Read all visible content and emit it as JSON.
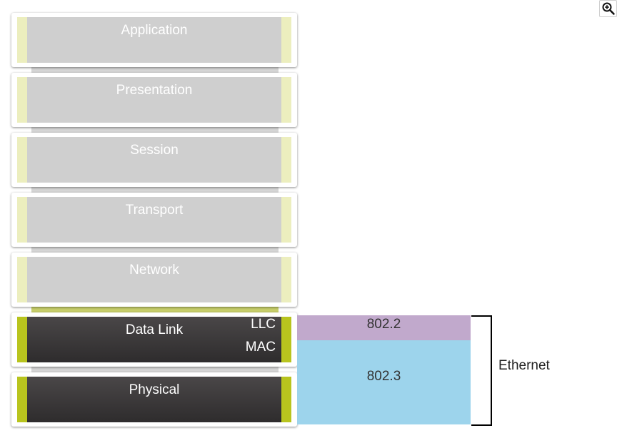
{
  "layers": [
    {
      "label": "Application"
    },
    {
      "label": "Presentation"
    },
    {
      "label": "Session"
    },
    {
      "label": "Transport"
    },
    {
      "label": "Network"
    },
    {
      "label": "Data Link",
      "sublayers": [
        "LLC",
        "MAC"
      ]
    },
    {
      "label": "Physical"
    }
  ],
  "standards": {
    "llc": "802.2",
    "mac": "802.3"
  },
  "bracket_label": "Ethernet",
  "colors": {
    "inactive_fill": "#cfcfcf",
    "inactive_accent": "#eceebe",
    "active_fill": "#3a3839",
    "active_accent": "#b8c41e",
    "llc_fill": "#c1a9cc",
    "mac_fill": "#9dd4ec"
  },
  "icons": {
    "zoom": "zoom-in-icon"
  }
}
